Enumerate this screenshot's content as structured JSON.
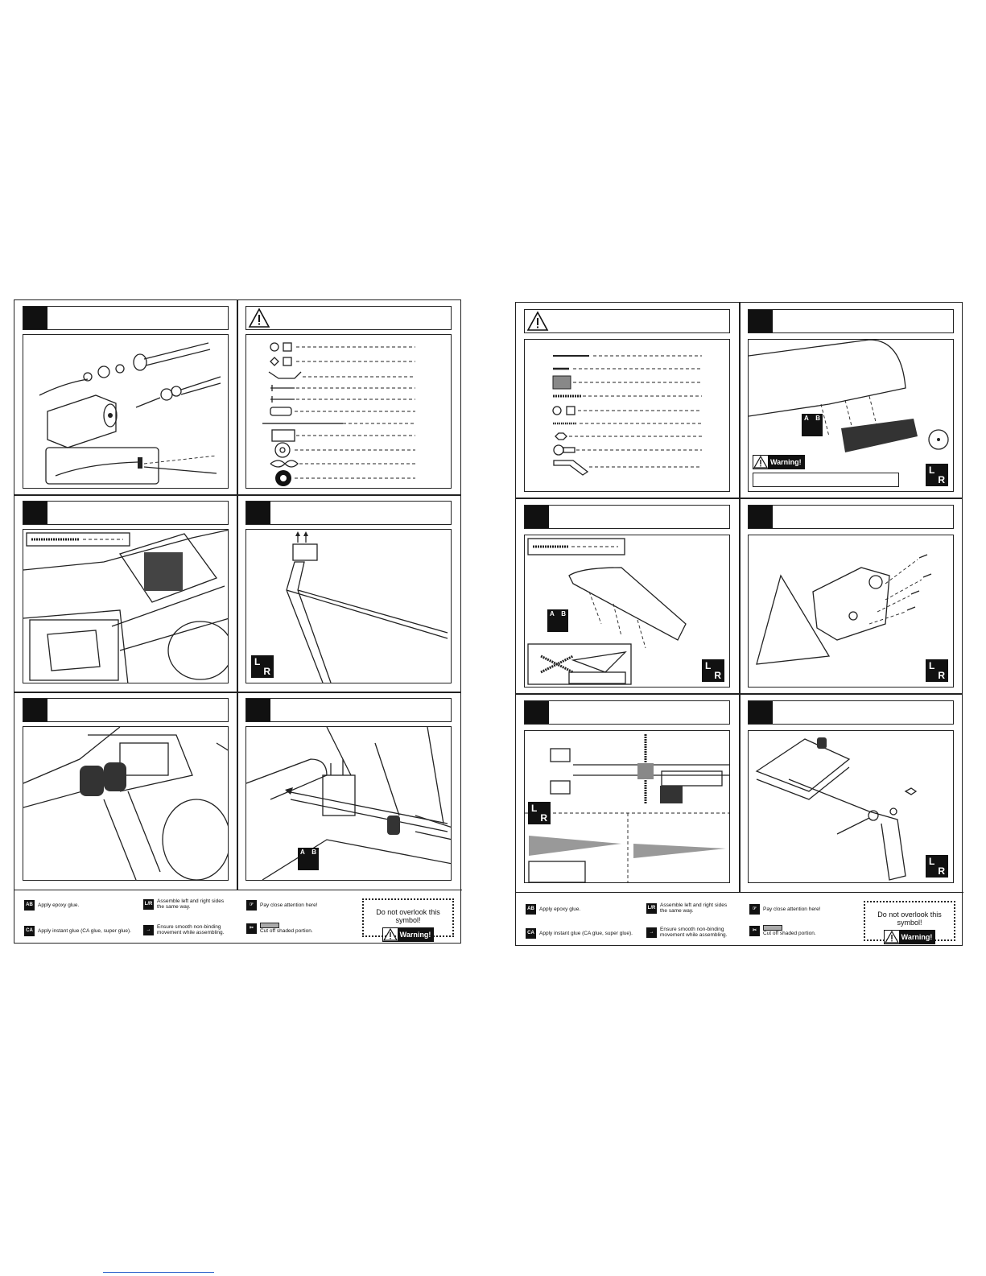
{
  "legend": {
    "epoxy": "Apply epoxy glue.",
    "instant": "Apply instant glue (CA glue, super glue).",
    "lr_line1": "Assemble left and right sides",
    "lr_line2": "the same way.",
    "smooth_line1": "Ensure smooth non-binding",
    "smooth_line2": "movement while assembling.",
    "attention": "Pay close attention here!",
    "cut": "Cut off shaded portion.",
    "overlook": "Do not overlook this symbol!",
    "warning": "Warning!"
  },
  "icons": {
    "epoxy_icon": "AB",
    "instant_icon": "CA",
    "lr_icon_top": "L",
    "lr_icon_bottom": "R",
    "ab_a": "A",
    "ab_b": "B"
  }
}
